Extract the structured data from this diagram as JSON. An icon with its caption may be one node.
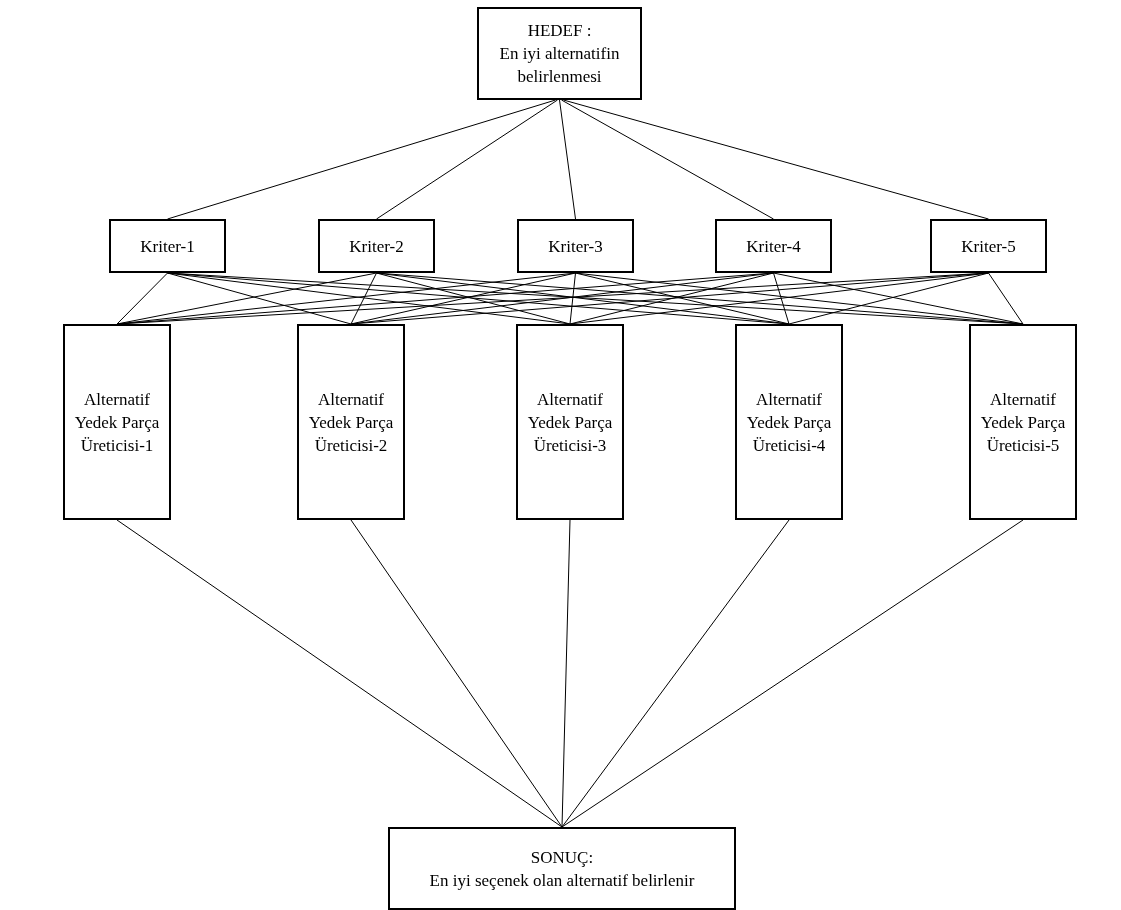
{
  "diagram": {
    "nodes": [
      {
        "text": [
          "HEDEF :",
          "En iyi alternatifin belirlenmesi"
        ]
      },
      {
        "text": [
          "Kriter-1"
        ]
      },
      {
        "text": [
          "Kriter-2"
        ]
      },
      {
        "text": [
          "Kriter-3"
        ]
      },
      {
        "text": [
          "Kriter-4"
        ]
      },
      {
        "text": [
          "Kriter-5"
        ]
      },
      {
        "text": [
          "Alternatif Yedek Parça Üreticisi-1"
        ]
      },
      {
        "text": [
          "Alternatif Yedek Parça Üreticisi-2"
        ]
      },
      {
        "text": [
          "Alternatif Yedek Parça Üreticisi-3"
        ]
      },
      {
        "text": [
          "Alternatif Yedek Parça Üreticisi-4"
        ]
      },
      {
        "text": [
          "Alternatif Yedek Parça Üreticisi-5"
        ]
      },
      {
        "text": [
          "SONUÇ:",
          "En iyi seçenek olan alternatif belirlenir"
        ]
      }
    ],
    "edges": [
      {
        "from": 0,
        "to": 1,
        "arrow": "none"
      },
      {
        "from": 0,
        "to": 2,
        "arrow": "none"
      },
      {
        "from": 0,
        "to": 3,
        "arrow": "none"
      },
      {
        "from": 0,
        "to": 4,
        "arrow": "none"
      },
      {
        "from": 0,
        "to": 5,
        "arrow": "none"
      },
      {
        "from": 1,
        "to": 6,
        "arrow": "none"
      },
      {
        "from": 1,
        "to": 7,
        "arrow": "none"
      },
      {
        "from": 1,
        "to": 8,
        "arrow": "none"
      },
      {
        "from": 1,
        "to": 9,
        "arrow": "none"
      },
      {
        "from": 1,
        "to": 10,
        "arrow": "none"
      },
      {
        "from": 2,
        "to": 6,
        "arrow": "none"
      },
      {
        "from": 2,
        "to": 7,
        "arrow": "none"
      },
      {
        "from": 2,
        "to": 8,
        "arrow": "none"
      },
      {
        "from": 2,
        "to": 9,
        "arrow": "none"
      },
      {
        "from": 2,
        "to": 10,
        "arrow": "none"
      },
      {
        "from": 3,
        "to": 6,
        "arrow": "none"
      },
      {
        "from": 3,
        "to": 7,
        "arrow": "none"
      },
      {
        "from": 3,
        "to": 8,
        "arrow": "none"
      },
      {
        "from": 3,
        "to": 9,
        "arrow": "none"
      },
      {
        "from": 3,
        "to": 10,
        "arrow": "none"
      },
      {
        "from": 4,
        "to": 6,
        "arrow": "none"
      },
      {
        "from": 4,
        "to": 7,
        "arrow": "none"
      },
      {
        "from": 4,
        "to": 8,
        "arrow": "none"
      },
      {
        "from": 4,
        "to": 9,
        "arrow": "none"
      },
      {
        "from": 4,
        "to": 10,
        "arrow": "none"
      },
      {
        "from": 5,
        "to": 6,
        "arrow": "none"
      },
      {
        "from": 5,
        "to": 7,
        "arrow": "none"
      },
      {
        "from": 5,
        "to": 8,
        "arrow": "none"
      },
      {
        "from": 5,
        "to": 9,
        "arrow": "none"
      },
      {
        "from": 5,
        "to": 10,
        "arrow": "none"
      },
      {
        "from": 6,
        "to": 11,
        "arrow": "none"
      },
      {
        "from": 7,
        "to": 11,
        "arrow": "none"
      },
      {
        "from": 8,
        "to": 11,
        "arrow": "none"
      },
      {
        "from": 9,
        "to": 11,
        "arrow": "none"
      },
      {
        "from": 10,
        "to": 11,
        "arrow": "none"
      }
    ]
  }
}
